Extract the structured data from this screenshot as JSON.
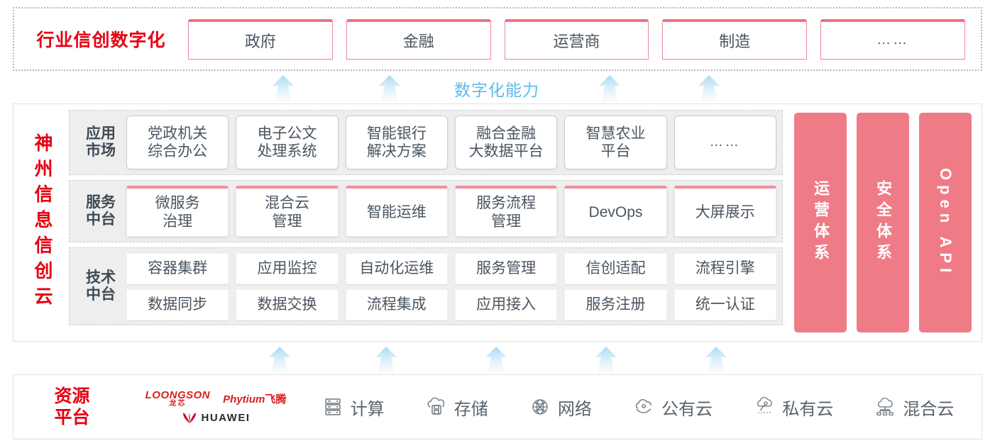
{
  "industry": {
    "title": "行业信创数字化",
    "boxes": [
      {
        "label": "政府"
      },
      {
        "label": "金融"
      },
      {
        "label": "运营商"
      },
      {
        "label": "制造"
      },
      {
        "label": "……"
      }
    ]
  },
  "capability": {
    "label": "数字化能力",
    "arrow_color": "#bfe2f5"
  },
  "cloud": {
    "title": "神州信息信创云",
    "layers": [
      {
        "key": "app-market",
        "label_top": "应用",
        "label_bottom": "市场",
        "cells": [
          "党政机关\n综合办公",
          "电子公文\n处理系统",
          "智能银行\n解决方案",
          "融合金融\n大数据平台",
          "智慧农业\n平台",
          "……"
        ]
      },
      {
        "key": "service-platform",
        "label_top": "服务",
        "label_bottom": "中台",
        "cells": [
          "微服务\n治理",
          "混合云\n管理",
          "智能运维",
          "服务流程\n管理",
          "DevOps",
          "大屏展示"
        ]
      },
      {
        "key": "tech-platform",
        "label_top": "技术",
        "label_bottom": "中台",
        "rows": [
          [
            "容器集群",
            "应用监控",
            "自动化运维",
            "服务管理",
            "信创适配",
            "流程引擎"
          ],
          [
            "数据同步",
            "数据交换",
            "流程集成",
            "应用接入",
            "服务注册",
            "统一认证"
          ]
        ]
      }
    ],
    "pillars": [
      {
        "name": "operations-system",
        "label": "运营体系"
      },
      {
        "name": "security-system",
        "label": "安全体系"
      },
      {
        "name": "open-api",
        "label": "Open API"
      }
    ]
  },
  "resource": {
    "title_top": "资源",
    "title_bottom": "平台",
    "vendors": [
      {
        "name": "loongson",
        "en": "LOONGSON",
        "cn": "龙芯"
      },
      {
        "name": "phytium",
        "en": "Phytium",
        "cn": "飞腾"
      },
      {
        "name": "huawei",
        "en": "HUAWEI"
      }
    ],
    "items": [
      {
        "icon": "server-icon",
        "label": "计算"
      },
      {
        "icon": "cloud-storage-icon",
        "label": "存储"
      },
      {
        "icon": "network-icon",
        "label": "网络"
      },
      {
        "icon": "public-cloud-icon",
        "label": "公有云"
      },
      {
        "icon": "private-cloud-icon",
        "label": "私有云"
      },
      {
        "icon": "hybrid-cloud-icon",
        "label": "混合云"
      }
    ]
  },
  "colors": {
    "brand_red": "#e60012",
    "pink": "#ef7b87",
    "arrow_blue": "#bfe2f5",
    "band_gray": "#eeeeee"
  }
}
